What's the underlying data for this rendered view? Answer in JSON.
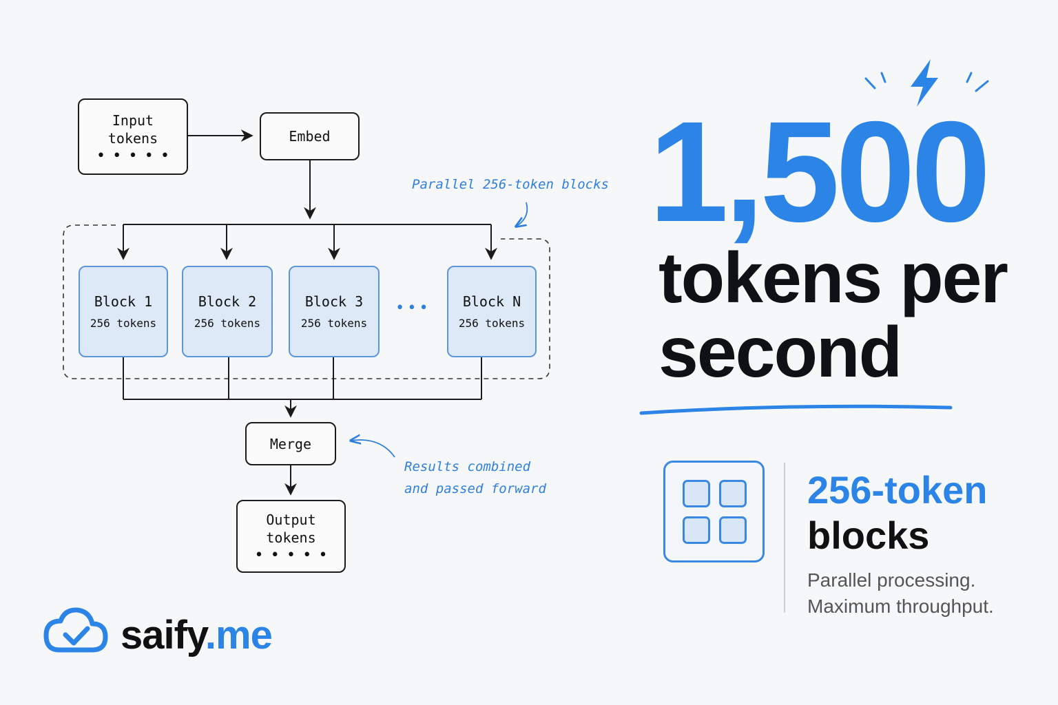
{
  "diagram": {
    "input": {
      "line1": "Input",
      "line2": "tokens",
      "dots": "•••••"
    },
    "embed": "Embed",
    "parallel_annotation": "Parallel 256-token blocks",
    "blocks": [
      {
        "title": "Block 1",
        "sub": "256 tokens"
      },
      {
        "title": "Block 2",
        "sub": "256 tokens"
      },
      {
        "title": "Block 3",
        "sub": "256 tokens"
      },
      {
        "title": "Block N",
        "sub": "256 tokens"
      }
    ],
    "ellipsis": "•••",
    "merge": "Merge",
    "merge_annotation": {
      "line1": "Results combined",
      "line2": "and passed forward"
    },
    "output": {
      "line1": "Output",
      "line2": "tokens",
      "dots": "•••••"
    }
  },
  "brand": {
    "name": "saify",
    "tld": ".me",
    "accent": "#2b84e6"
  },
  "headline": {
    "number": "1,500",
    "line1": "tokens per",
    "line2": "second"
  },
  "feature": {
    "title_accent": "256-token",
    "title": "blocks",
    "desc1": "Parallel processing.",
    "desc2": "Maximum throughput."
  },
  "icons": [
    "cloud-check-icon",
    "lightning-icon",
    "grid-icon"
  ]
}
